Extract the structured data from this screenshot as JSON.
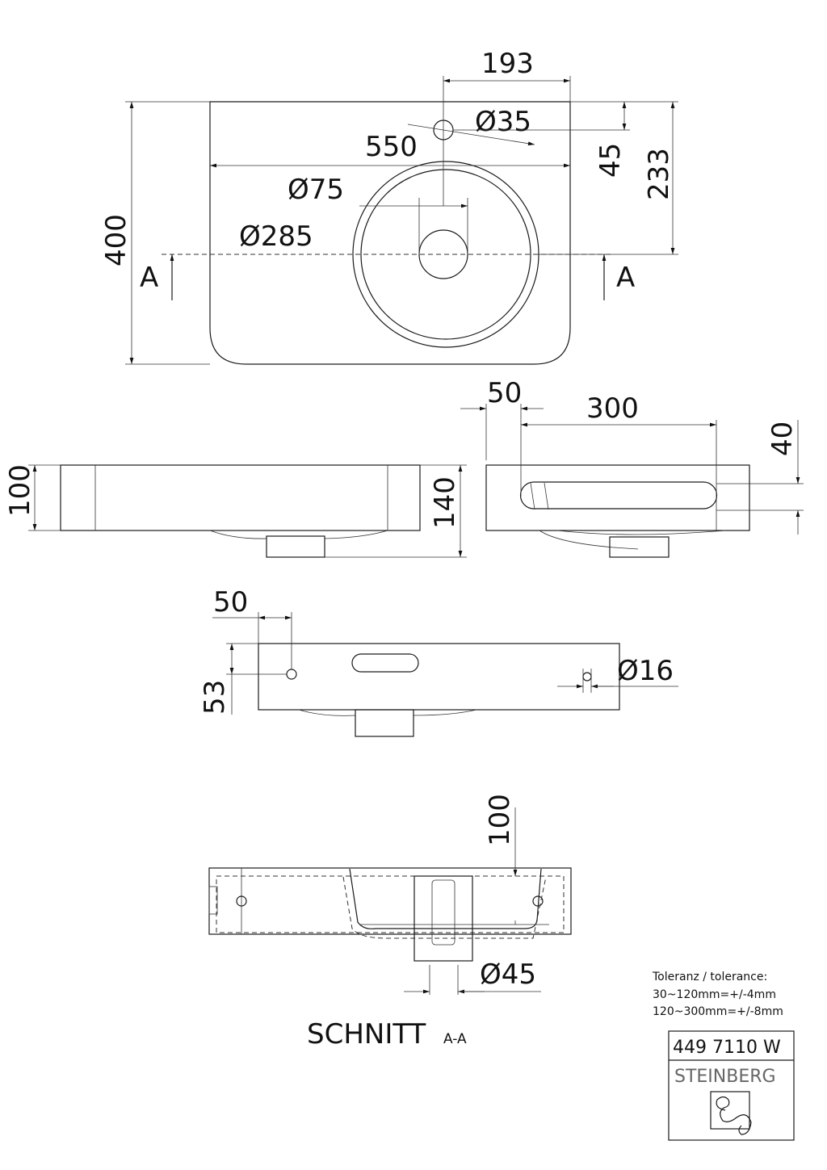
{
  "dimensions": {
    "width_top": "193",
    "tap_hole": "Ø35",
    "overall_width": "550",
    "tap_offset": "45",
    "bowl_center_offset": "233",
    "drain_diameter": "Ø75",
    "bowl_diameter": "Ø285",
    "depth": "400",
    "section_mark_left": "A",
    "section_mark_right": "A",
    "front_height": "100",
    "front_total_height": "140",
    "side_offset": "50",
    "slot_length": "300",
    "slot_height": "40",
    "back_offset_x": "50",
    "back_offset_y": "53",
    "overflow_hole": "Ø16",
    "section_depth": "100",
    "waste_diameter": "Ø45"
  },
  "section_title": {
    "main": "SCHNITT",
    "suffix": "A-A"
  },
  "tolerance": {
    "heading": "Toleranz / tolerance:",
    "line1": "30~120mm=+/-4mm",
    "line2": "120~300mm=+/-8mm"
  },
  "title_block": {
    "article_number": "449 7110 W",
    "brand": "STEINBERG"
  }
}
